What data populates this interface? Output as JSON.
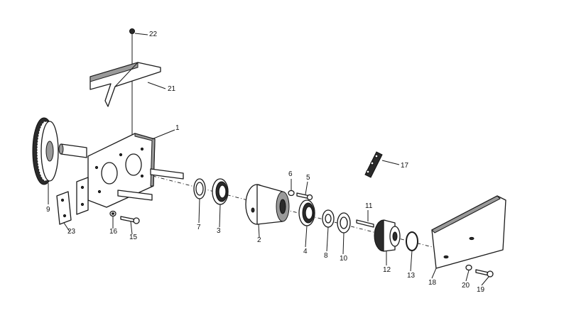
{
  "diagram": {
    "callouts": [
      {
        "id": "p1",
        "text": "1"
      },
      {
        "id": "p2",
        "text": "2"
      },
      {
        "id": "p3",
        "text": "3"
      },
      {
        "id": "p4",
        "text": "4"
      },
      {
        "id": "p5",
        "text": "5"
      },
      {
        "id": "p6",
        "text": "6"
      },
      {
        "id": "p7",
        "text": "7"
      },
      {
        "id": "p8",
        "text": "8"
      },
      {
        "id": "p9",
        "text": "9"
      },
      {
        "id": "p10",
        "text": "10"
      },
      {
        "id": "p11",
        "text": "11"
      },
      {
        "id": "p12",
        "text": "12"
      },
      {
        "id": "p13",
        "text": "13"
      },
      {
        "id": "p15",
        "text": "15"
      },
      {
        "id": "p16",
        "text": "16"
      },
      {
        "id": "p17",
        "text": "17"
      },
      {
        "id": "p18",
        "text": "18"
      },
      {
        "id": "p19",
        "text": "19"
      },
      {
        "id": "p20",
        "text": "20"
      },
      {
        "id": "p21",
        "text": "21"
      },
      {
        "id": "p22",
        "text": "22"
      },
      {
        "id": "p23",
        "text": "23"
      }
    ]
  }
}
